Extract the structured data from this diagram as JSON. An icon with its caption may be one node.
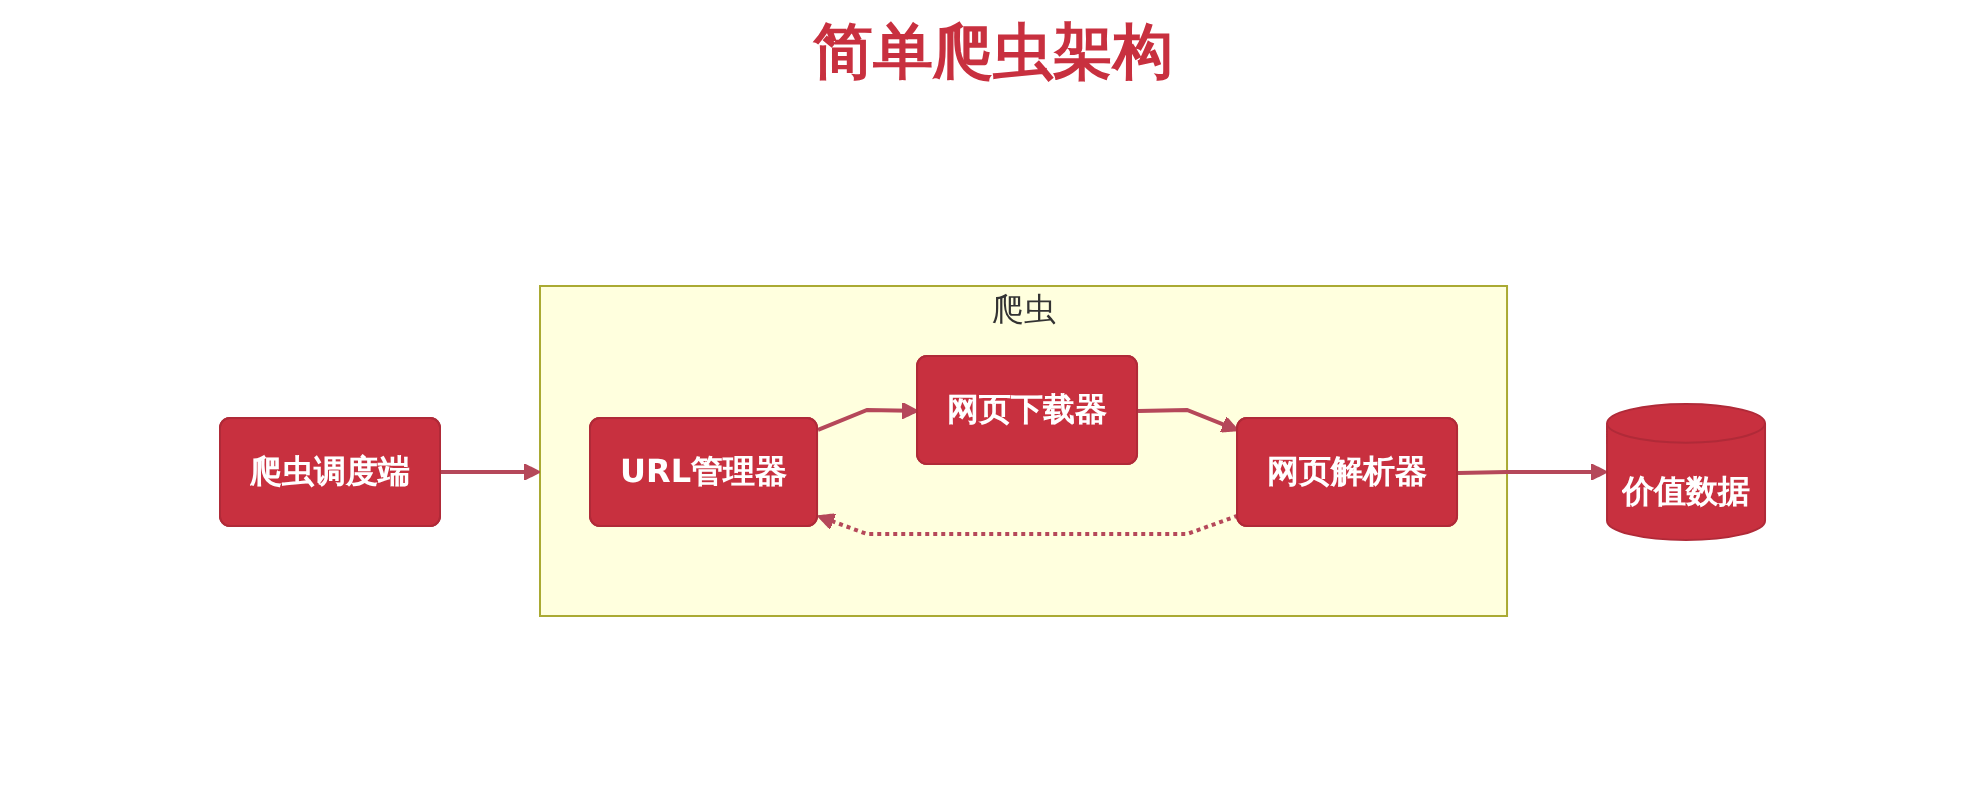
{
  "diagram": {
    "title": "简单爬虫架构",
    "nodes": [
      {
        "text": [
          "爬虫调度端"
        ]
      },
      {
        "text": [
          "爬虫"
        ]
      },
      {
        "text": [
          "URL管理器"
        ],
        "in": 1
      },
      {
        "text": [
          "网页下载器"
        ],
        "in": 1
      },
      {
        "text": [
          "网页解析器"
        ],
        "in": 1
      },
      {
        "text": [
          "价值数据"
        ]
      }
    ],
    "edges": [
      {
        "from": 0,
        "to": 1,
        "arrow": "to"
      },
      {
        "from": 2,
        "to": 3,
        "arrow": "to"
      },
      {
        "from": 3,
        "to": 4,
        "arrow": "to"
      },
      {
        "from": 4,
        "to": 2,
        "arrow": "to",
        "style": "dashed"
      },
      {
        "from": 4,
        "to": 5,
        "arrow": "to"
      }
    ]
  }
}
